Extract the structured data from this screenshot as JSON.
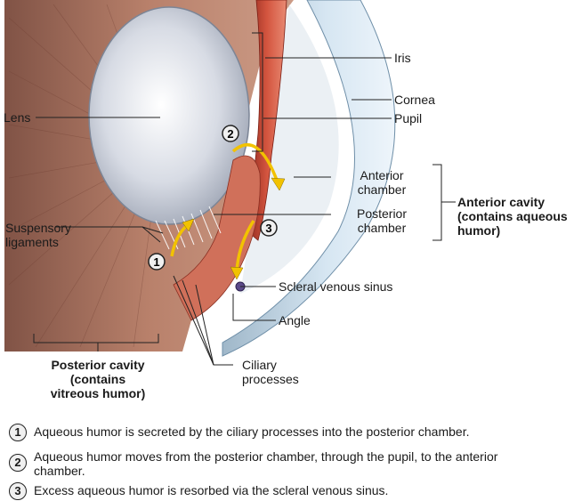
{
  "labels": {
    "iris": "Iris",
    "cornea": "Cornea",
    "pupil": "Pupil",
    "lens": "Lens",
    "anterior_chamber": [
      "Anterior",
      "chamber"
    ],
    "posterior_chamber": [
      "Posterior",
      "chamber"
    ],
    "anterior_cavity": [
      "Anterior cavity",
      "(contains aqueous",
      "humor)"
    ],
    "suspensory_ligaments": [
      "Suspensory",
      "ligaments"
    ],
    "scleral_venous_sinus": "Scleral venous sinus",
    "angle": "Angle",
    "posterior_cavity": [
      "Posterior cavity",
      "(contains",
      "vitreous humor)"
    ],
    "ciliary_processes": [
      "Ciliary",
      "processes"
    ]
  },
  "markers": {
    "m1": "1",
    "m2": "2",
    "m3": "3"
  },
  "steps": [
    {
      "num": "1",
      "text": "Aqueous humor is secreted by the ciliary processes into the posterior chamber."
    },
    {
      "num": "2",
      "text": "Aqueous humor moves from the posterior chamber, through the pupil, to the anterior chamber."
    },
    {
      "num": "3",
      "text": "Excess aqueous humor is resorbed via the scleral venous sinus."
    }
  ],
  "colors": {
    "arrow": "#f2c200",
    "iris": "#c0392b",
    "lens": "#d9dde6",
    "cornea": "#c8dcec",
    "tissue": "#b5664a"
  }
}
